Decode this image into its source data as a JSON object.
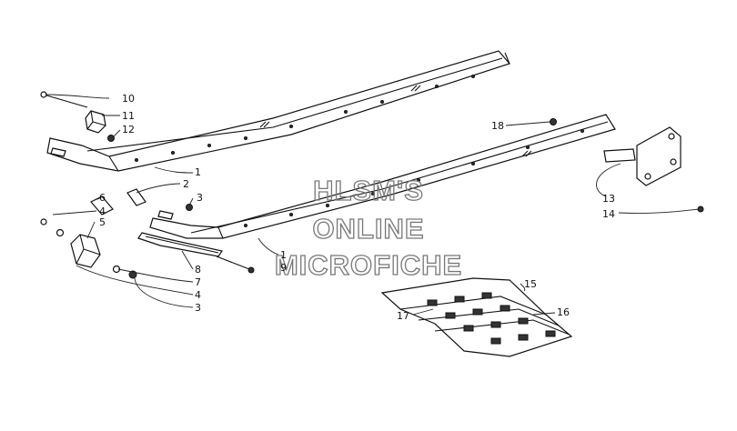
{
  "watermark": {
    "line1": "HLSM'S",
    "line2": "ONLINE",
    "line3": "MICROFICHE"
  },
  "callouts": [
    {
      "id": "c10",
      "text": "10"
    },
    {
      "id": "c11",
      "text": "11"
    },
    {
      "id": "c12",
      "text": "12"
    },
    {
      "id": "c1a",
      "text": "1"
    },
    {
      "id": "c2",
      "text": "2"
    },
    {
      "id": "c3a",
      "text": "3"
    },
    {
      "id": "c6",
      "text": "6"
    },
    {
      "id": "c4a",
      "text": "4"
    },
    {
      "id": "c5",
      "text": "5"
    },
    {
      "id": "c8",
      "text": "8"
    },
    {
      "id": "c7",
      "text": "7"
    },
    {
      "id": "c4b",
      "text": "4"
    },
    {
      "id": "c3b",
      "text": "3"
    },
    {
      "id": "c1b",
      "text": "1"
    },
    {
      "id": "c9",
      "text": "9"
    },
    {
      "id": "c18",
      "text": "18"
    },
    {
      "id": "c13",
      "text": "13"
    },
    {
      "id": "c14",
      "text": "14"
    },
    {
      "id": "c15",
      "text": "15"
    },
    {
      "id": "c16",
      "text": "16"
    },
    {
      "id": "c17",
      "text": "17"
    }
  ]
}
